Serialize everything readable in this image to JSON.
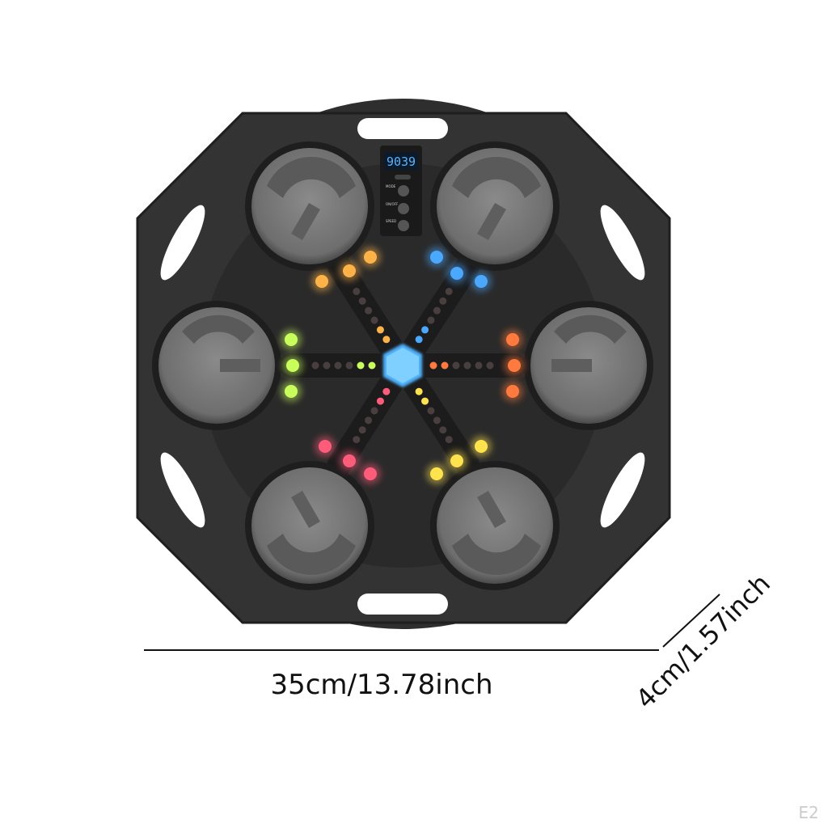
{
  "product": {
    "display_readout": "9039",
    "button_labels": [
      "MODE",
      "ON/OFF",
      "SPEED"
    ]
  },
  "dimensions": {
    "width_label": "35cm/13.78inch",
    "depth_label": "4cm/1.57inch"
  },
  "watermark": "E2",
  "colors": {
    "background": "#ffffff",
    "body": "#2b2b2b",
    "pad": "#7a7a7a",
    "center_hex": "#4fb3ff",
    "light_orange": "#ffb347",
    "light_blue": "#4aa8ff",
    "light_green": "#c8ff5a",
    "light_pink": "#ff5c7a",
    "light_yellow": "#ffe34d",
    "light_red_orange": "#ff7a3c"
  },
  "icons": {
    "pad": "punch-target-icon",
    "handle": "carry-handle-icon",
    "center": "hexagon-icon"
  }
}
